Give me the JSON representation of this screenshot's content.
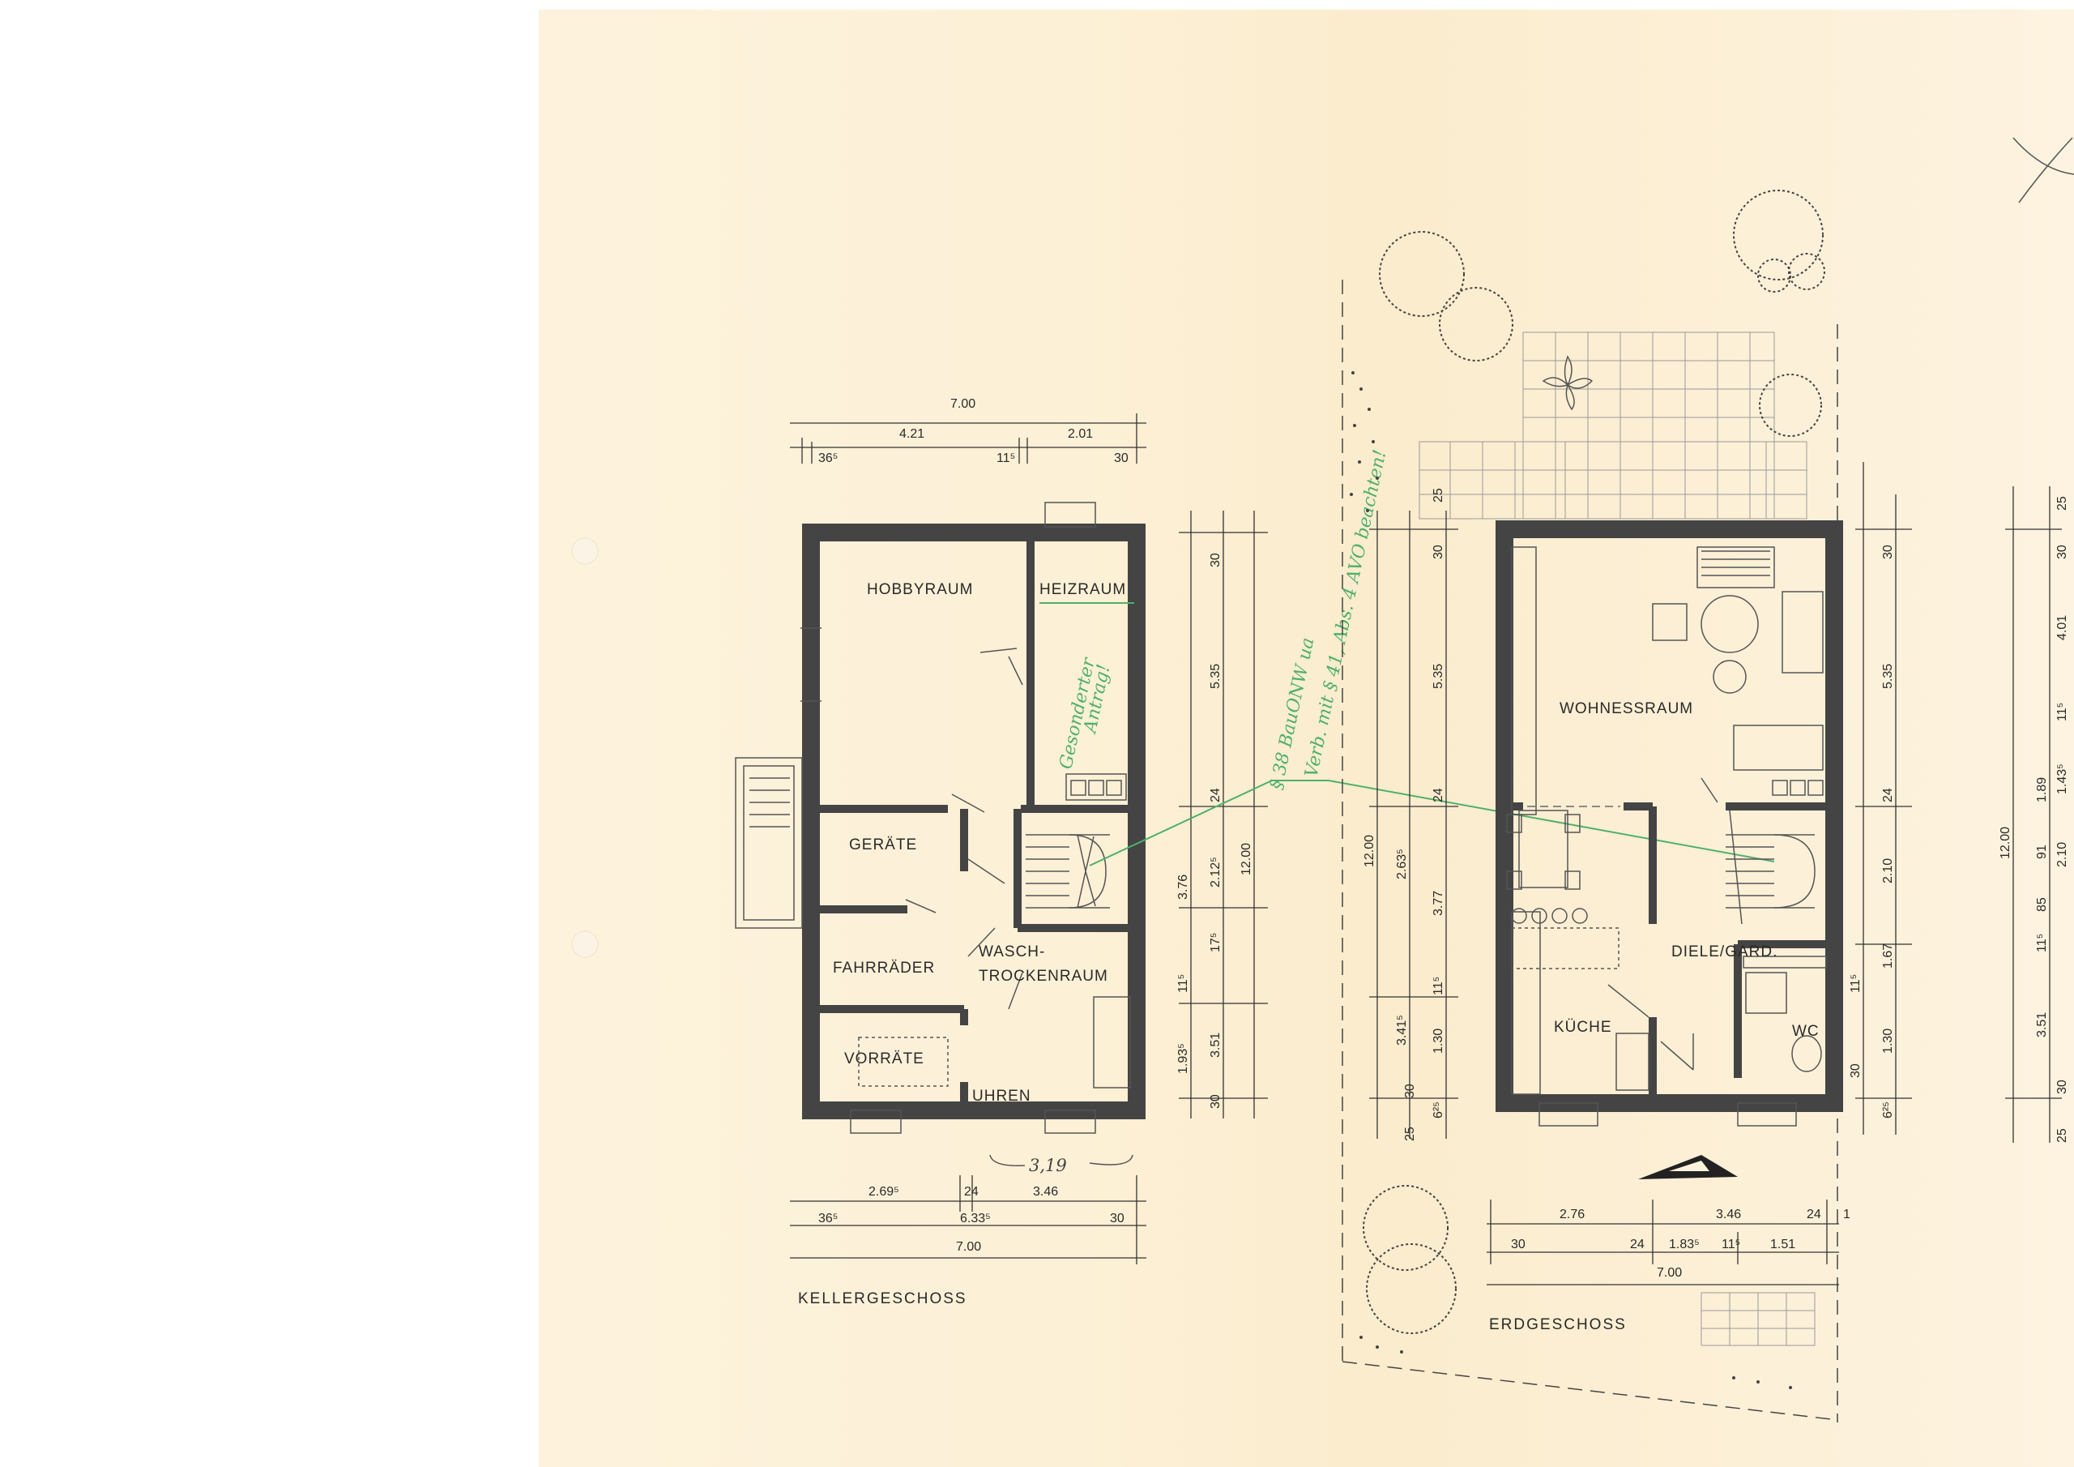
{
  "rooms_kg": {
    "hobbyraum": "HOBBYRAUM",
    "heizraum": "HEIZRAUM",
    "geraete": "GERÄTE",
    "fahrraeder": "FAHRRÄDER",
    "wasch1": "WASCH-",
    "wasch2": "TROCKENRAUM",
    "vorraete": "VORRÄTE",
    "uhren": "UHREN"
  },
  "rooms_eg": {
    "wohnessraum": "WOHNESSRAUM",
    "kueche": "KÜCHE",
    "diele": "DIELE/GARD.",
    "wc": "WC"
  },
  "titles": {
    "kg": "KELLERGESCHOSS",
    "eg": "ERDGESCHOSS"
  },
  "dims_kg_top": {
    "total": "7.00",
    "a": "4.21",
    "b": "2.01",
    "c": "36⁵",
    "d": "11⁵",
    "e": "30"
  },
  "dims_kg_bottom": {
    "a": "2.69⁵",
    "b": "24",
    "c": "3.46",
    "d": "36⁵",
    "e": "6.33⁵",
    "f": "30",
    "total": "7.00",
    "note": "3,19"
  },
  "dims_kg_right": {
    "r30": "30",
    "r535": "5.35",
    "r24": "24",
    "r2125": "2.12⁵",
    "r376": "3.76",
    "r175": "17⁵",
    "r115": "11⁵",
    "r351": "3.51",
    "r1935": "1.93⁵",
    "r30b": "30",
    "total": "12.00"
  },
  "dims_eg_left": {
    "l25": "25",
    "l30": "30",
    "l535": "5.35",
    "l24": "24",
    "l2635": "2.63⁵",
    "l377": "3.77",
    "l115": "11⁵",
    "l130": "1.30",
    "l3415": "3.41⁵",
    "l30b": "30",
    "l625": "6²⁵",
    "l25b": "25",
    "total": "12.00"
  },
  "dims_eg_right": {
    "r30": "30",
    "r535": "5.35",
    "r24": "24",
    "r210": "2.10",
    "r167": "1.67",
    "r115": "11⁵",
    "r130": "1.30",
    "r30b": "30",
    "r625": "6²⁵"
  },
  "dims_far_right": {
    "f25": "25",
    "f30": "30",
    "f401": "4.01",
    "f115": "11⁵",
    "f189": "1.89",
    "f1435": "1.43⁵",
    "f91": "91",
    "f210": "2.10",
    "f85": "85",
    "f115b": "11⁵",
    "f351": "3.51",
    "f30b": "30",
    "f25b": "25",
    "total": "12.00"
  },
  "dims_eg_bottom": {
    "a": "2.76",
    "b": "3.46",
    "c": "24",
    "d": "1",
    "e": "30",
    "f": "24",
    "g": "1.83⁵",
    "h": "11⁵",
    "i": "1.51",
    "total": "7.00"
  },
  "annotations": {
    "green1a": "Gesonderter",
    "green1b": "Antrag!",
    "green2a": "§ 38 BauONW ua",
    "green2b": "Verb. mit § 41, Abs. 4 AVO beachten!"
  }
}
